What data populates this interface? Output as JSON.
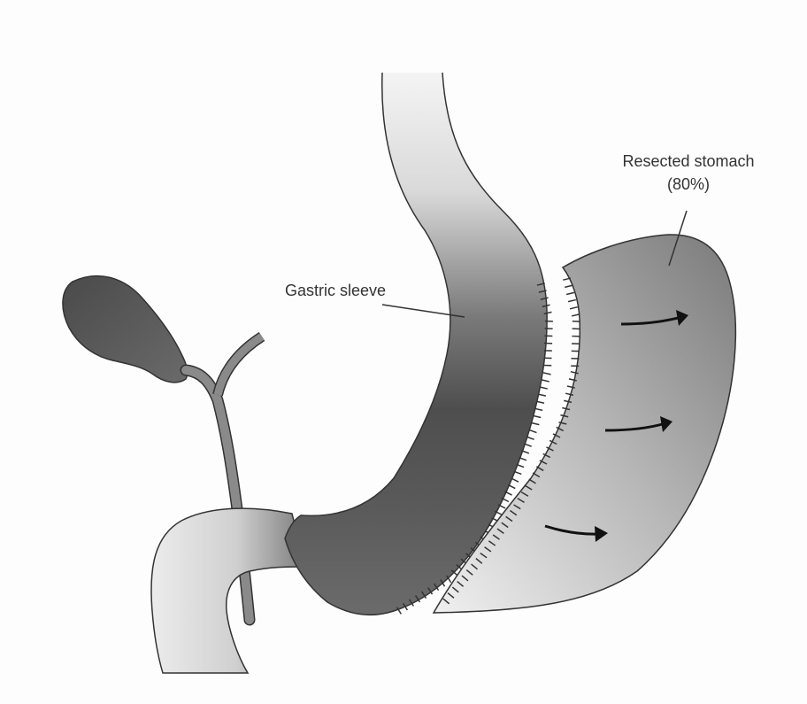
{
  "labels": {
    "gastric_sleeve": "Gastric sleeve",
    "resected_line1": "Resected stomach",
    "resected_line2": "(80%)"
  },
  "colors": {
    "background": "#fdfdfd",
    "outline": "#333333",
    "gallbladder": "#555555",
    "duct": "#8a8a8a",
    "sleeve_light": "#f4f4f4",
    "sleeve_dark": "#4e4e4e",
    "resected_light": "#f0f0f0",
    "resected_dark": "#7a7a7a"
  },
  "icons": [
    "staple-line",
    "removal-arrow"
  ]
}
